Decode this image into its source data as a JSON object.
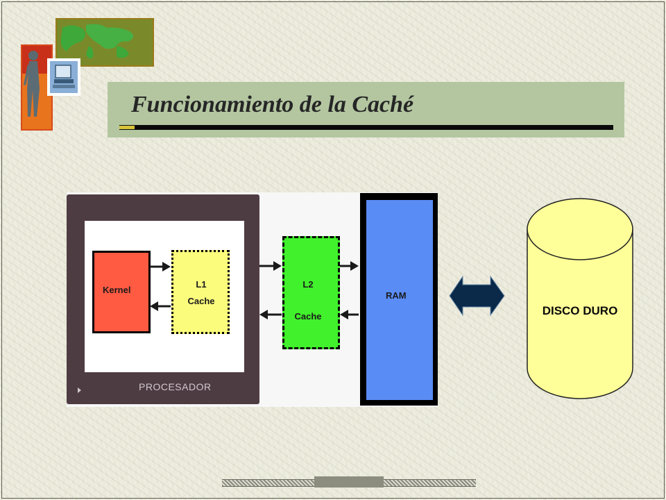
{
  "title": "Funcionamiento de la Caché",
  "diagram": {
    "kernel": "Kernel",
    "l1_line1": "L1",
    "l1_line2": "Cache",
    "l2_line1": "L2",
    "l2_line2": "Cache",
    "ram": "RAM",
    "processor": "PROCESADOR",
    "disk": "DISCO DURO"
  },
  "colors": {
    "banner": "#b3c6a0",
    "kernel": "#ff5a42",
    "l1": "#fbfb7c",
    "l2": "#41f12c",
    "ram": "#5a8cf5",
    "disk": "#ffff99",
    "double_arrow": "#0b2a4a"
  },
  "icons": [
    "world-map-icon",
    "person-icon",
    "computer-icon",
    "double-arrow-icon"
  ]
}
